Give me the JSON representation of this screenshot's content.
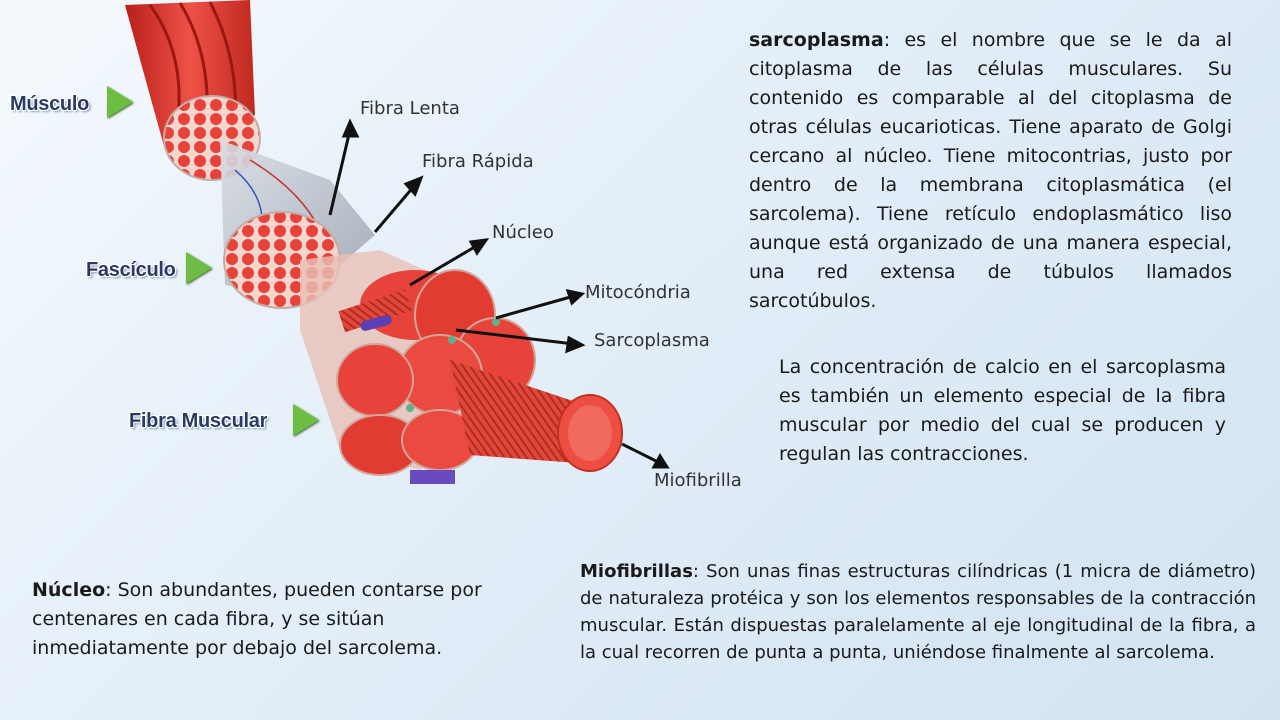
{
  "side_labels": {
    "musculo": "Músculo",
    "fasciculo": "Fascículo",
    "fibra_muscular": "Fibra Muscular"
  },
  "part_labels": {
    "fibra_lenta": "Fibra Lenta",
    "fibra_rapida": "Fibra Rápida",
    "nucleo": "Núcleo",
    "mitocondria": "Mitocóndria",
    "sarcoplasma": "Sarcoplasma",
    "miofibrilla": "Miofibrilla"
  },
  "paragraphs": {
    "sarcoplasma": {
      "term": "sarcoplasma",
      "text": ": es el nombre que se le da al citoplasma  de las células musculares. Su contenido es comparable al del citoplasma de otras células eucarioticas. Tiene aparato de Golgi cercano al núcleo. Tiene mitocontrias, justo por dentro de la membrana citoplasmática (el sarcolema). Tiene retículo endoplasmático liso aunque está organizado de una manera especial, una red extensa de túbulos llamados sarcotúbulos."
    },
    "calcio": {
      "text": "La concentración de calcio en el sarcoplasma es también un elemento especial de la fibra muscular por medio del cual se producen y regulan las contracciones."
    },
    "nucleo": {
      "term": "Núcleo",
      "text": ": Son abundantes, pueden contarse por centenares en cada fibra, y se sitúan inmediatamente por debajo del sarcolema."
    },
    "miofibrillas": {
      "term": "Miofibrillas",
      "text": ": Son unas finas estructuras cilíndricas (1 micra de diámetro) de naturaleza protéica y son los elementos responsables de la contracción muscular. Están dispuestas paralelamente al eje longitudinal de la fibra, a la cual recorren de punta a punta, uniéndose finalmente al sarcolema."
    }
  },
  "colors": {
    "muscle_red": "#e8433a",
    "play_green": "#6dbd45",
    "label_navy": "#2b3a63"
  }
}
